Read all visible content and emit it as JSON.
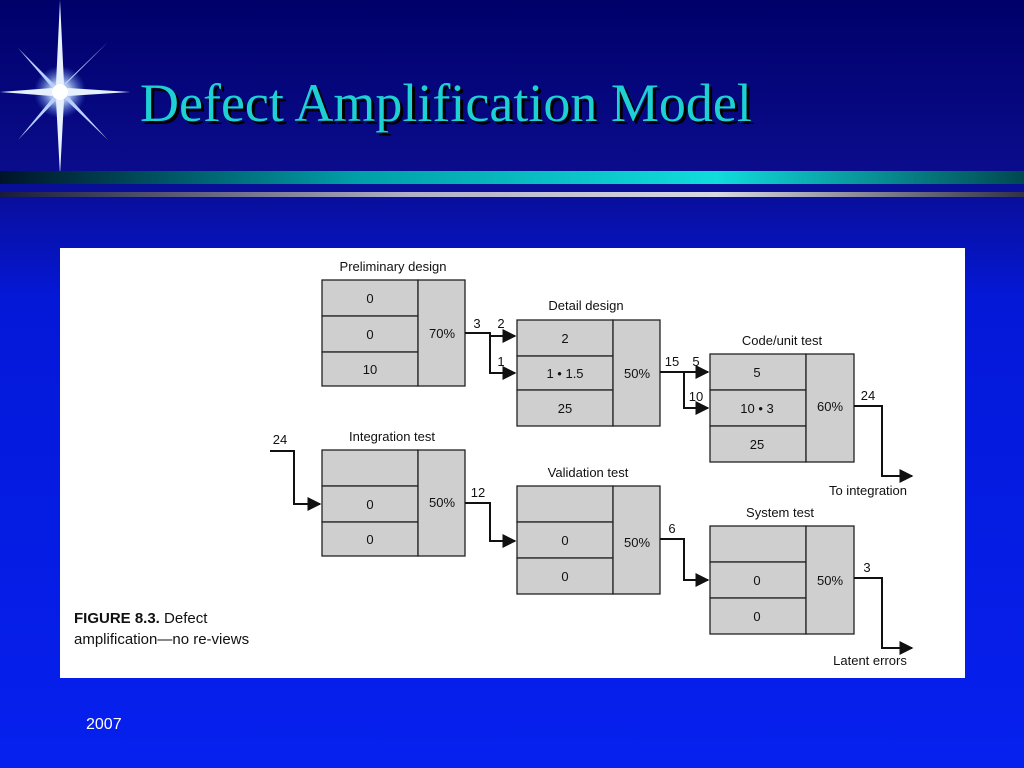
{
  "slide": {
    "title": "Defect Amplification Model",
    "year": "2007",
    "decoration_icon": "starburst-icon"
  },
  "figure": {
    "caption_label": "FIGURE 8.3.",
    "caption_text": "Defect amplification—no re-views",
    "stages": [
      {
        "name": "Preliminary design",
        "cells": [
          "0",
          "0",
          "10"
        ],
        "efficiency": "70%"
      },
      {
        "name": "Detail design",
        "cells": [
          "2",
          "1 • 1.5",
          "25"
        ],
        "efficiency": "50%"
      },
      {
        "name": "Code/unit test",
        "cells": [
          "5",
          "10 • 3",
          "25"
        ],
        "efficiency": "60%"
      },
      {
        "name": "Integration test",
        "cells": [
          "",
          "0",
          "0"
        ],
        "efficiency": "50%"
      },
      {
        "name": "Validation test",
        "cells": [
          "",
          "0",
          "0"
        ],
        "efficiency": "50%"
      },
      {
        "name": "System test",
        "cells": [
          "",
          "0",
          "0"
        ],
        "efficiency": "50%"
      }
    ],
    "flow_labels": {
      "prelim_out": "3",
      "detail_in_top": "2",
      "detail_in_mid": "1",
      "detail_out": "15",
      "code_in_top": "5",
      "code_in_mid": "10",
      "code_out": "24",
      "integration_in": "24",
      "integration_out": "12",
      "validation_out": "6",
      "system_out": "3",
      "to_integration": "To integration",
      "latent_errors": "Latent errors"
    }
  },
  "colors": {
    "title": "#1ed0d2",
    "background": "#0620ee",
    "cell_fill": "#cfcfcf"
  }
}
